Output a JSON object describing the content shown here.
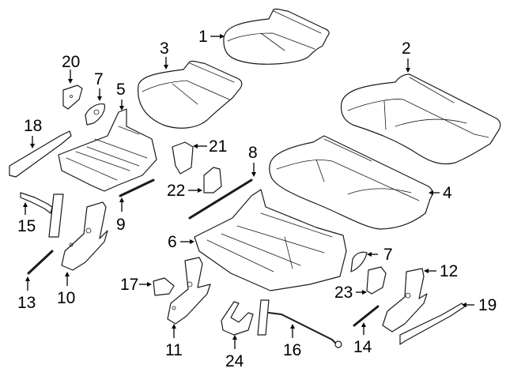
{
  "diagram": {
    "type": "exploded-parts-diagram",
    "subject": "seat components",
    "callouts": [
      {
        "id": "1",
        "label": "1",
        "part": "seat-back-cushion-upper"
      },
      {
        "id": "2",
        "label": "2",
        "part": "rear-seat-back-cushion"
      },
      {
        "id": "3",
        "label": "3",
        "part": "seat-cushion-pad"
      },
      {
        "id": "4",
        "label": "4",
        "part": "rear-seat-cushion-pad"
      },
      {
        "id": "5",
        "label": "5",
        "part": "seat-frame-left"
      },
      {
        "id": "6",
        "label": "6",
        "part": "seat-frame-right"
      },
      {
        "id": "7a",
        "label": "7",
        "part": "cover-bracket-left"
      },
      {
        "id": "7b",
        "label": "7",
        "part": "cover-bracket-right"
      },
      {
        "id": "8",
        "label": "8",
        "part": "gas-strut-long"
      },
      {
        "id": "9",
        "label": "9",
        "part": "gas-strut-short"
      },
      {
        "id": "10",
        "label": "10",
        "part": "hinge-bracket-left"
      },
      {
        "id": "11",
        "label": "11",
        "part": "hinge-bracket-center"
      },
      {
        "id": "12",
        "label": "12",
        "part": "hinge-bracket-right"
      },
      {
        "id": "13",
        "label": "13",
        "part": "strut-small-left"
      },
      {
        "id": "14",
        "label": "14",
        "part": "strut-small-right"
      },
      {
        "id": "15",
        "label": "15",
        "part": "release-handle"
      },
      {
        "id": "16",
        "label": "16",
        "part": "release-rod"
      },
      {
        "id": "17",
        "label": "17",
        "part": "latch"
      },
      {
        "id": "18",
        "label": "18",
        "part": "side-trim-left"
      },
      {
        "id": "19",
        "label": "19",
        "part": "side-trim-right"
      },
      {
        "id": "20",
        "label": "20",
        "part": "mount-bracket"
      },
      {
        "id": "21",
        "label": "21",
        "part": "cover-upper"
      },
      {
        "id": "22",
        "label": "22",
        "part": "cover-lower"
      },
      {
        "id": "23",
        "label": "23",
        "part": "cover-right"
      },
      {
        "id": "24",
        "label": "24",
        "part": "guide-clip"
      }
    ]
  }
}
